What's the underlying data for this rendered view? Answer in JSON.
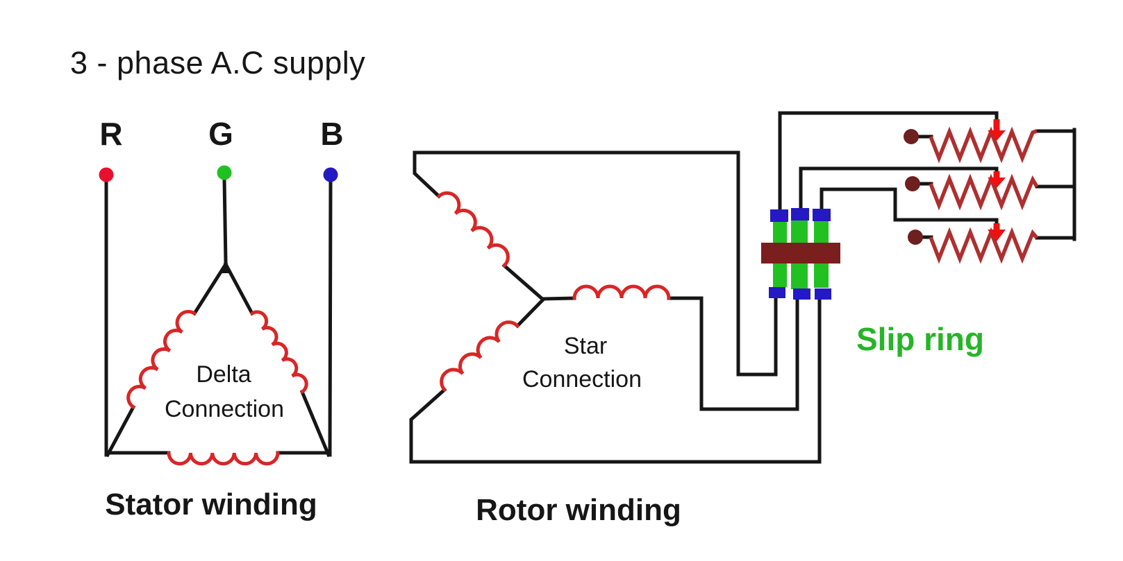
{
  "supply": {
    "label": "3 - phase A.C supply",
    "phases": [
      {
        "name": "R",
        "color": "#e8112d"
      },
      {
        "name": "G",
        "color": "#22c122"
      },
      {
        "name": "B",
        "color": "#2519c3"
      }
    ]
  },
  "stator": {
    "connection_line1": "Delta",
    "connection_line2": "Connection",
    "caption": "Stator winding",
    "phase_coils": 3
  },
  "rotor": {
    "connection_line1": "Star",
    "connection_line2": "Connection",
    "caption": "Rotor winding",
    "phase_coils": 3
  },
  "slip_ring": {
    "label": "Slip ring",
    "ring_count": 3,
    "brush_count": 6
  },
  "external_resistance": {
    "resistor_count": 3,
    "variable": true
  },
  "colors": {
    "wire": "#161616",
    "coil": "#d92626",
    "resistor": "#ad2f2f",
    "arrow": "#ee1111",
    "terminal": "#6e1f1f",
    "shaft": "#7a1e1e",
    "ring_green": "#22c122",
    "brush_blue": "#2519c3",
    "slip_ring_label": "#28b428",
    "text": "#161616"
  }
}
